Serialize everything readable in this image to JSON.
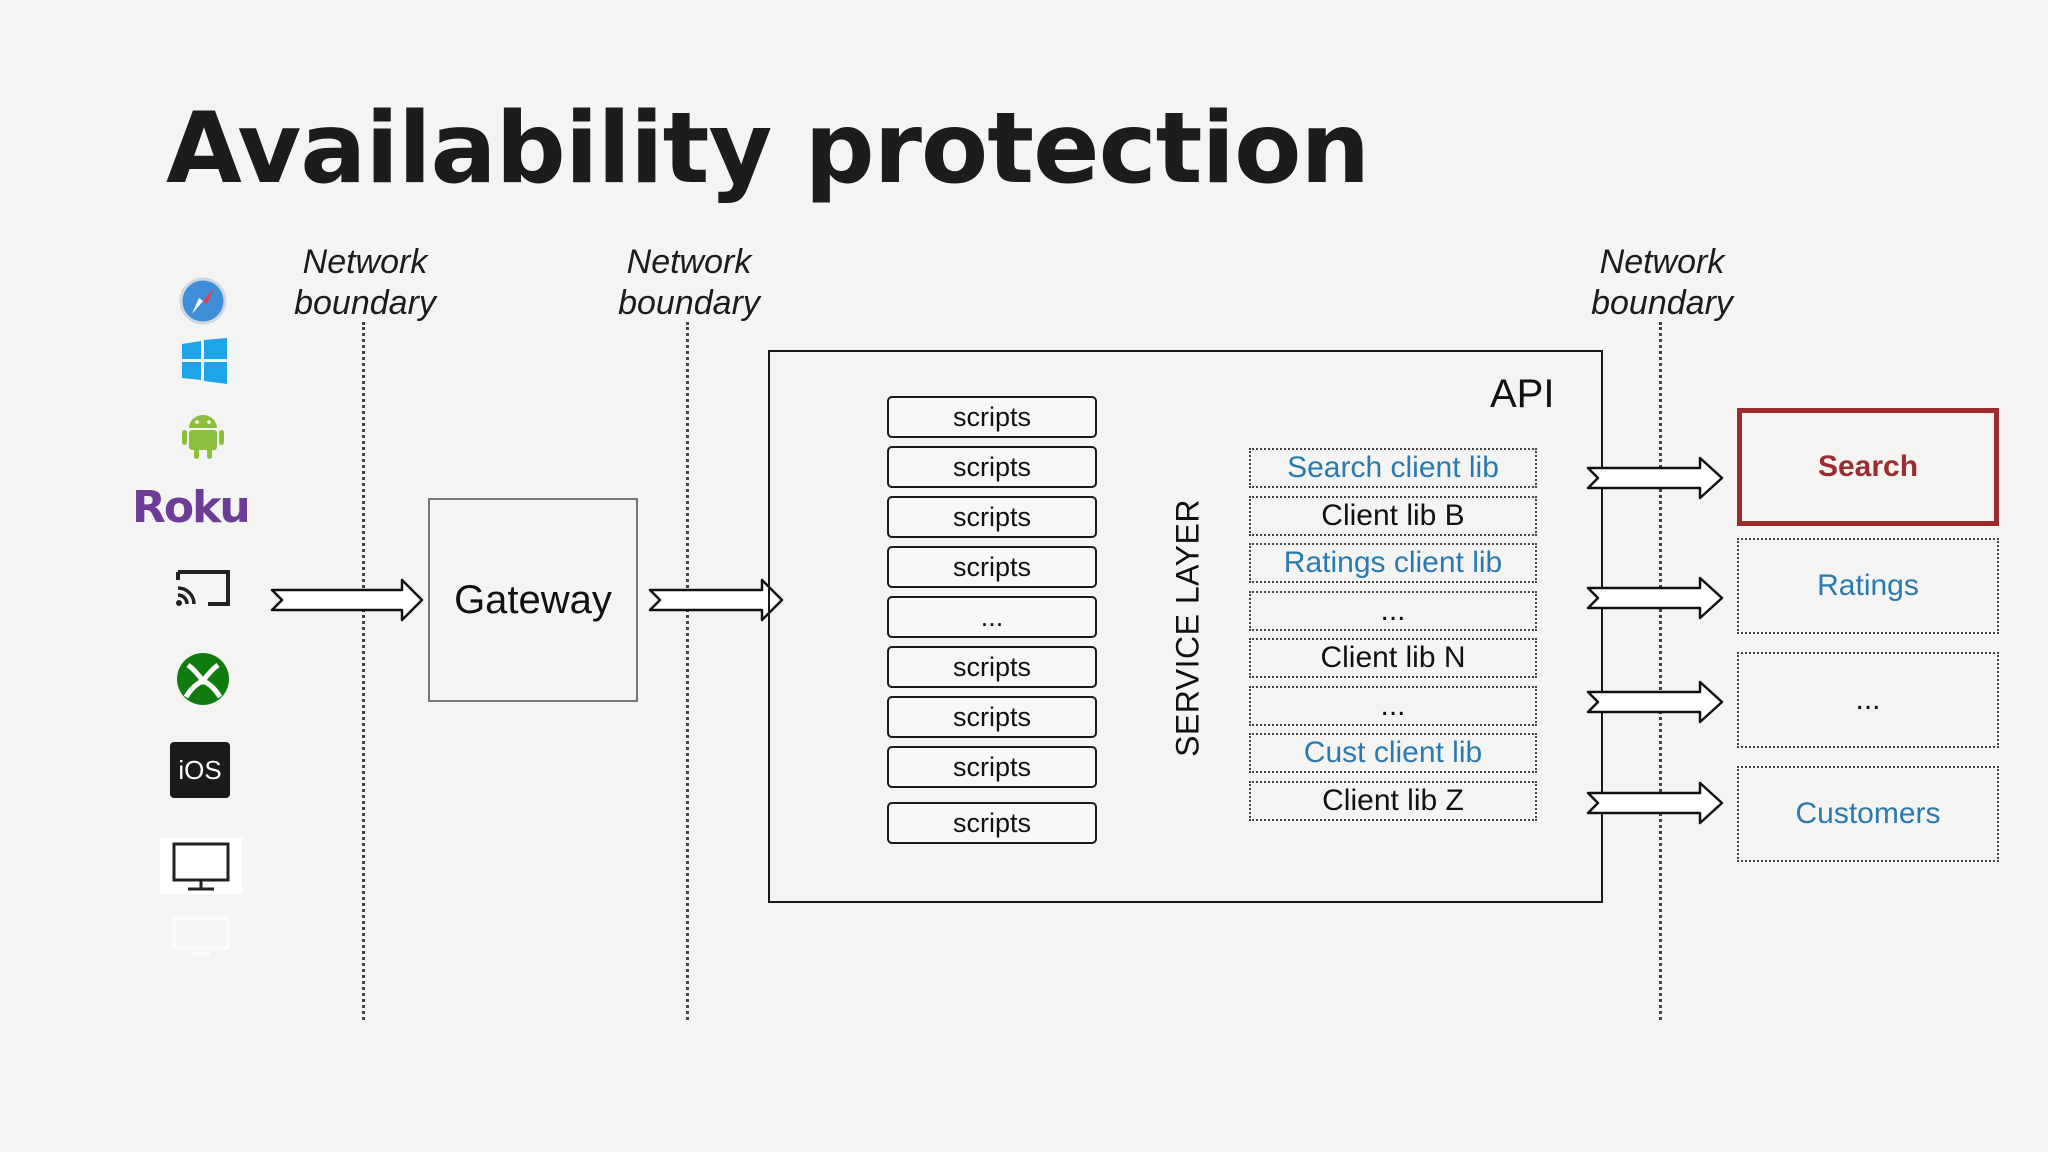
{
  "title": "Availability protection",
  "network_boundary_label": "Network boundary",
  "network_boundary_line1": "Network",
  "network_boundary_line2": "boundary",
  "clients": [
    {
      "name": "safari-icon"
    },
    {
      "name": "windows-icon"
    },
    {
      "name": "android-icon"
    },
    {
      "name": "roku-logo",
      "text": "Roku"
    },
    {
      "name": "cast-icon"
    },
    {
      "name": "xbox-icon"
    },
    {
      "name": "ios-icon",
      "text": "iOS"
    },
    {
      "name": "monitor-icon"
    },
    {
      "name": "tv-icon"
    }
  ],
  "gateway": "Gateway",
  "api": {
    "label": "API",
    "scripts": [
      "scripts",
      "scripts",
      "scripts",
      "scripts",
      "...",
      "scripts",
      "scripts",
      "scripts",
      "scripts"
    ],
    "service_layer": "SERVICE LAYER",
    "client_libs": [
      {
        "label": "Search client lib",
        "highlight": true
      },
      {
        "label": "Client lib B",
        "highlight": false
      },
      {
        "label": "Ratings client lib",
        "highlight": true
      },
      {
        "label": "...",
        "highlight": false
      },
      {
        "label": "Client lib N",
        "highlight": false
      },
      {
        "label": "...",
        "highlight": false
      },
      {
        "label": "Cust client lib",
        "highlight": true
      },
      {
        "label": "Client lib Z",
        "highlight": false
      }
    ]
  },
  "services": {
    "search": "Search",
    "ratings": "Ratings",
    "ellipsis": "...",
    "customers": "Customers"
  },
  "colors": {
    "accent_red": "#9b2c2f",
    "link_blue": "#2a7ab0",
    "roku_purple": "#6c3c97"
  }
}
